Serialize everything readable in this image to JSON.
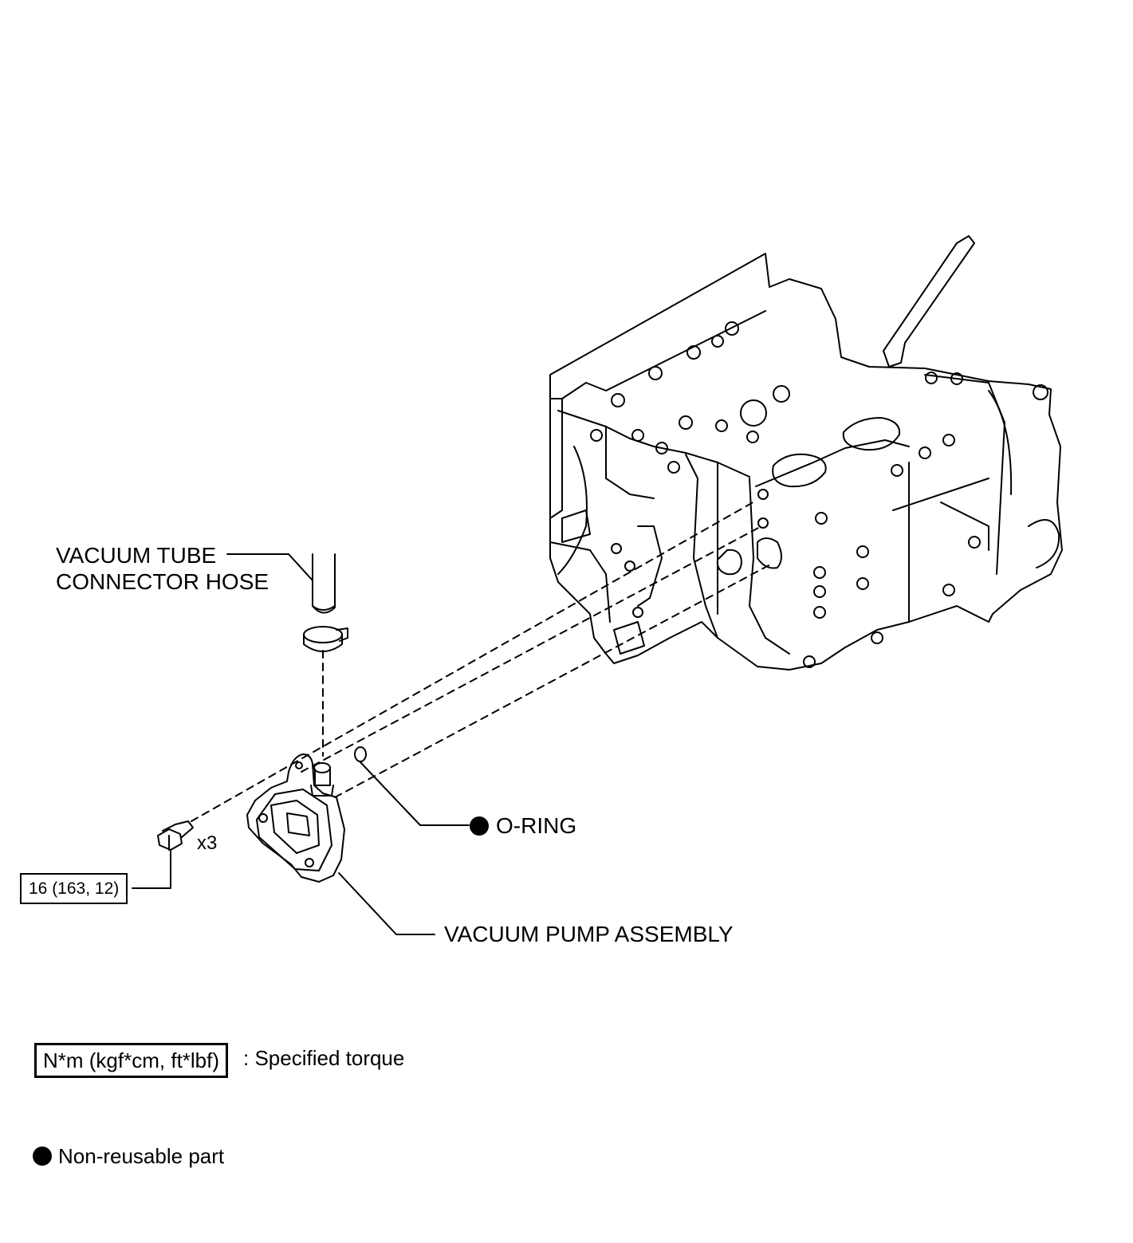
{
  "labels": {
    "hose": [
      "VACUUM TUBE",
      "CONNECTOR HOSE"
    ],
    "oring": "O-RING",
    "pump": "VACUUM PUMP ASSEMBLY",
    "qty": "x3",
    "torque_value": "16 (163, 12)"
  },
  "legend": {
    "torque_unit": "N*m (kgf*cm, ft*lbf)",
    "torque_desc": ": Specified torque",
    "nonreusable": "Non-reusable part"
  },
  "icons": {
    "nonreusable_marker": "filled-circle-icon"
  },
  "colors": {
    "line": "#000000",
    "background": "#ffffff"
  }
}
